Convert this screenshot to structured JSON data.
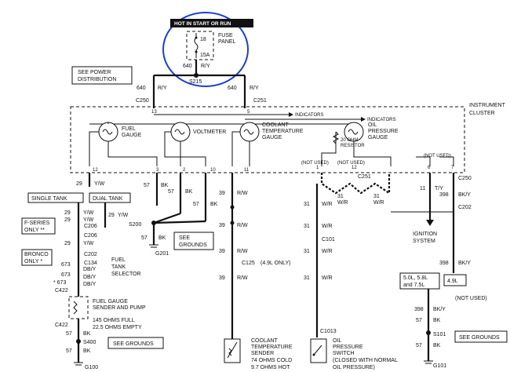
{
  "fuse": {
    "header": "HOT IN START OR RUN",
    "number": "18",
    "rating": "15A",
    "label1": "FUSE",
    "label2": "PANEL",
    "wire_num": "640",
    "wire_color": "R/Y",
    "splice": "S215"
  },
  "power_dist": {
    "line1": "SEE POWER",
    "line2": "DISTRIBUTION"
  },
  "left_feed": {
    "wire_num": "640",
    "wire_color": "R/Y",
    "connector": "C250",
    "pin": "13"
  },
  "right_feed": {
    "wire_num": "640",
    "wire_color": "R/Y",
    "connector": "C251",
    "pin": "5"
  },
  "cluster": {
    "line1": "INSTRUMENT",
    "line2": "CLUSTER",
    "indicators_a": "INDICATORS",
    "indicators_b": "INDICATORS",
    "resistor1": "20 OHM",
    "resistor2": "RESISTOR"
  },
  "gauges": {
    "fuel1": "FUEL",
    "fuel2": "GAUGE",
    "volt": "VOLTMETER",
    "cool1": "COOLANT",
    "cool2": "TEMPERATURE",
    "cool3": "GAUGE",
    "oil1": "OIL",
    "oil2": "PRESSURE",
    "oil3": "GAUGE"
  },
  "pins": {
    "p12": "12",
    "p3": "3",
    "p2": "2",
    "p10": "10",
    "p11": "11",
    "p1": "1",
    "p12b": "12",
    "p6": "6",
    "p7": "7"
  },
  "not_used": {
    "a": "(NOT USED)",
    "b": "(NOT USED)",
    "c": "(NOT USED)",
    "d": "(NOT USED)"
  },
  "left": {
    "single_tank": "SINGLE TANK",
    "dual_tank": "DUAL TANK",
    "w29": "29",
    "yw": "Y/W",
    "fseries1": "F-SERIES",
    "fseries2": "ONLY **",
    "c206a": "C206",
    "c206b": "C206",
    "yw2": "Y/W",
    "yw3": "Y/W",
    "yw4": "Y/W",
    "w29b": "29",
    "w29c": "29",
    "w29d": "29",
    "bronco1": "BRONCO",
    "bronco2": "ONLY *",
    "c202": "C202",
    "c134": "C134",
    "w673": "673",
    "dby": "DB/Y",
    "w673b": "673",
    "dby2": "DB/Y",
    "star": "* 673",
    "dby3": "DB/Y",
    "c422": "C422",
    "sender1": "FUEL GAUGE",
    "sender2": "SENDER AND PUMP",
    "ohm1": "145 OHMS FULL",
    "ohm2": "22.5 OHMS EMPTY",
    "c422b": "C422",
    "w57": "57",
    "bk": "BK",
    "s400": "S400",
    "w57b": "57",
    "bk2": "BK",
    "g100": "G100",
    "see_grounds": "SEE GROUNDS"
  },
  "mid": {
    "w57a": "57",
    "bka": "BK",
    "w57b": "57",
    "bkb": "BK",
    "w57c": "57",
    "bkc": "BK",
    "s200": "S200",
    "w57d": "57",
    "bkd": "BK",
    "g201": "G201",
    "see_grounds1": "SEE",
    "see_grounds2": "GROUNDS",
    "w29": "29",
    "yw": "Y/W",
    "sel1": "FUEL",
    "sel2": "TANK",
    "sel3": "SELECTOR"
  },
  "coolant": {
    "w39a": "39",
    "rwa": "R/W",
    "w39b": "39",
    "rwb": "R/W",
    "w39c": "39",
    "rwc": "R/W",
    "w39d": "39",
    "rwd": "R/W",
    "c125": "C125",
    "c125note": "(4.9L ONLY)",
    "l1": "COOLANT",
    "l2": "TEMPERATURE",
    "l3": "SENDER",
    "l4": "74 OHMS COLD",
    "l5": "9.7 OHMS HOT"
  },
  "oil": {
    "w31a": "31",
    "wra": "W/R",
    "w31b": "31",
    "wrb": "W/R",
    "w31c": "31",
    "wrc": "W/R",
    "w31d": "31",
    "wrd": "W/R",
    "c251": "C251",
    "w31e": "31",
    "wre": "W/R",
    "w31f": "31",
    "wrf": "W/R",
    "c101": "C101",
    "c1013": "C1013",
    "l1": "OIL",
    "l2": "PRESSURE",
    "l3": "SWITCH",
    "l4": "(CLOSED WITH NORMAL",
    "l5": "OIL PRESSURE)"
  },
  "right": {
    "w11": "11",
    "ty": "T/Y",
    "w398": "398",
    "bky": "BK/Y",
    "c250": "C250",
    "c202": "C202",
    "ign1": "IGNITION",
    "ign2": "SYSTEM",
    "w398b": "398",
    "bky2": "BK/Y",
    "eng1": "5.0L, 5.8L",
    "eng2": "and 7.5L",
    "eng3": "4.9L",
    "w398c": "398",
    "bky3": "BK/Y",
    "w57": "57",
    "bk": "BK",
    "s101": "S101",
    "w57b": "57",
    "bk2": "BK",
    "g101": "G101",
    "see_grounds": "SEE GROUNDS"
  }
}
